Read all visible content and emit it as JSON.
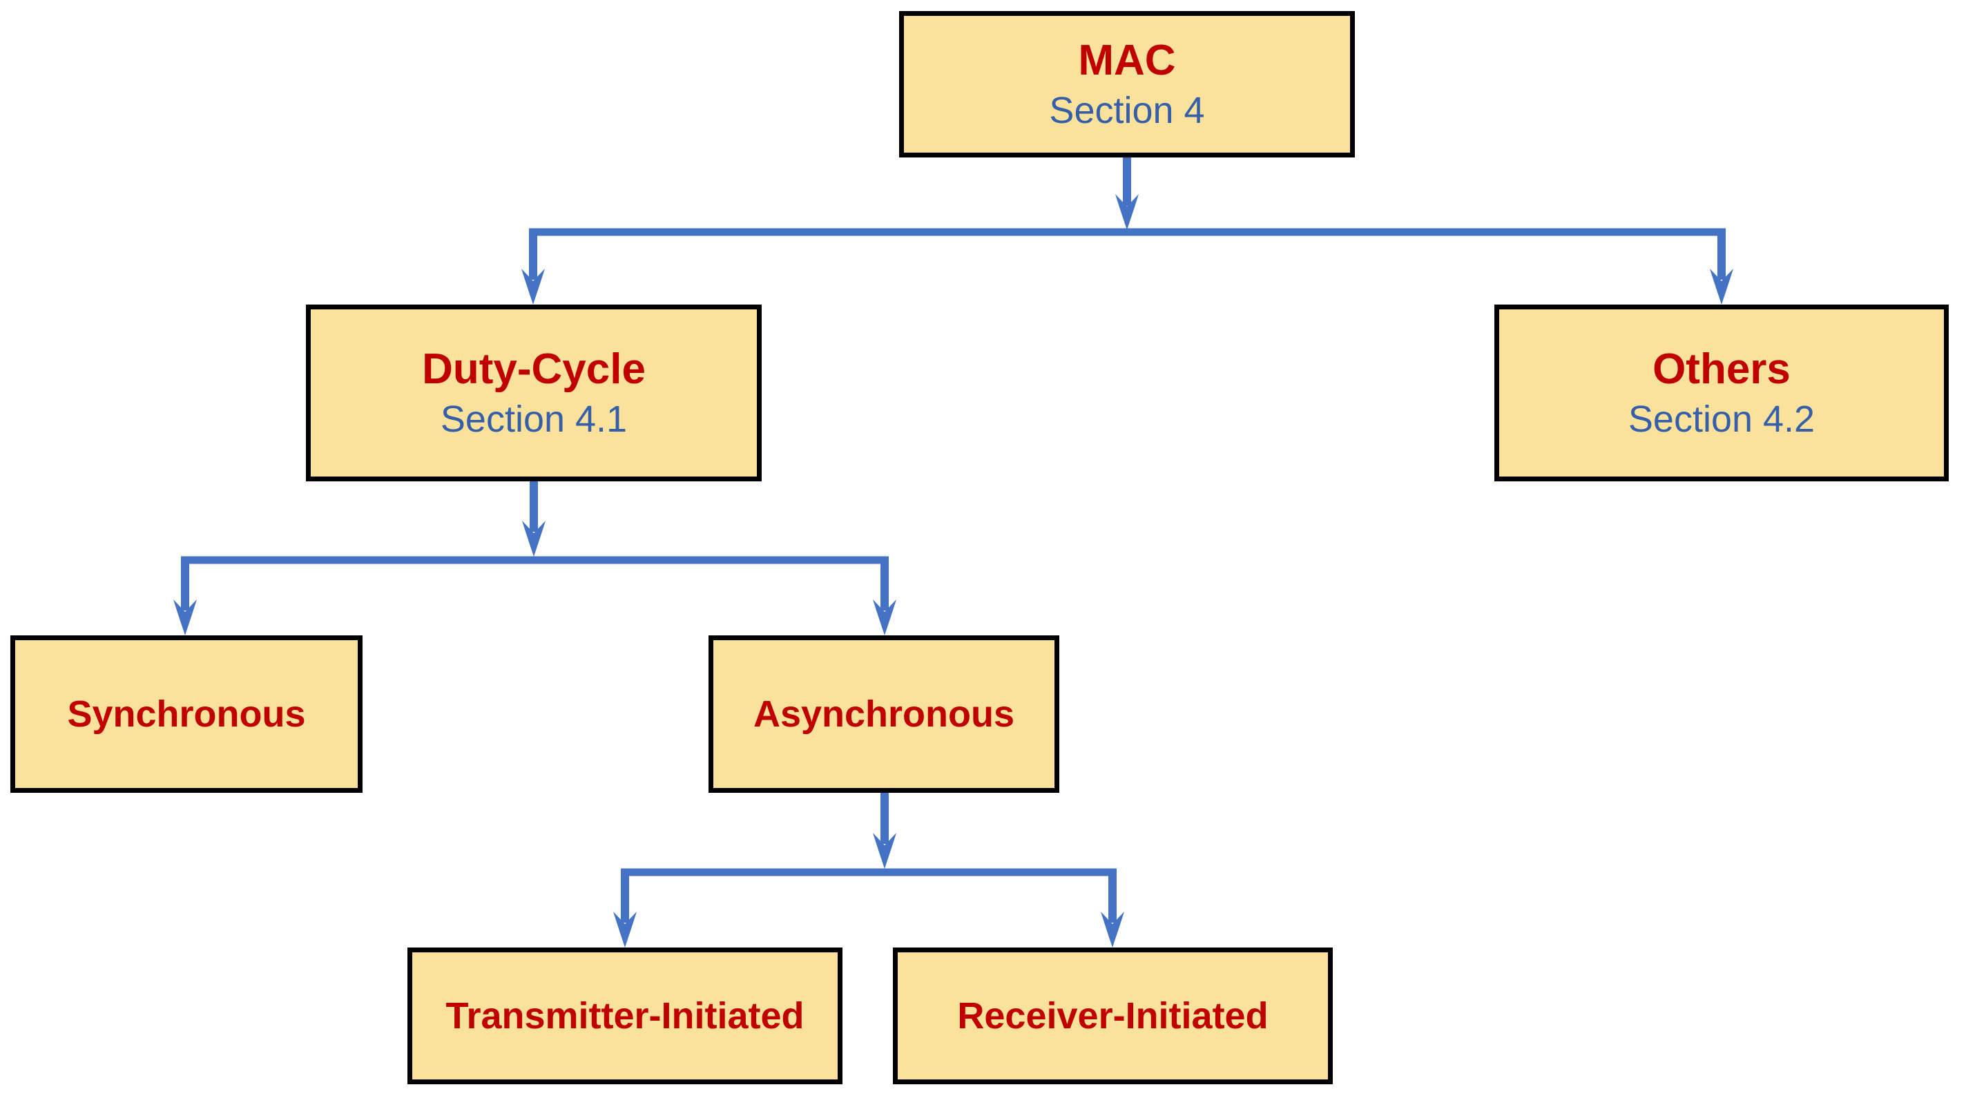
{
  "diagram": {
    "type": "tree",
    "description": "MAC protocol taxonomy flowchart",
    "colors": {
      "title": "#C00000",
      "section": "#355FA8",
      "arrow": "#4472C4",
      "fill": "#FBE29C",
      "border": "#000000",
      "bg": "#FFFFFF"
    },
    "nodes": {
      "mac": {
        "title": "MAC",
        "section": "Section 4"
      },
      "duty_cycle": {
        "title": "Duty-Cycle",
        "section": "Section 4.1"
      },
      "others": {
        "title": "Others",
        "section": "Section 4.2"
      },
      "synchronous": {
        "title": "Synchronous"
      },
      "asynchronous": {
        "title": "Asynchronous"
      },
      "transmitter_initiated": {
        "title": "Transmitter-Initiated"
      },
      "receiver_initiated": {
        "title": "Receiver-Initiated"
      }
    },
    "edges": [
      {
        "from": "MAC",
        "to": "Duty-Cycle"
      },
      {
        "from": "MAC",
        "to": "Others"
      },
      {
        "from": "Duty-Cycle",
        "to": "Synchronous"
      },
      {
        "from": "Duty-Cycle",
        "to": "Asynchronous"
      },
      {
        "from": "Asynchronous",
        "to": "Transmitter-Initiated"
      },
      {
        "from": "Asynchronous",
        "to": "Receiver-Initiated"
      }
    ]
  }
}
